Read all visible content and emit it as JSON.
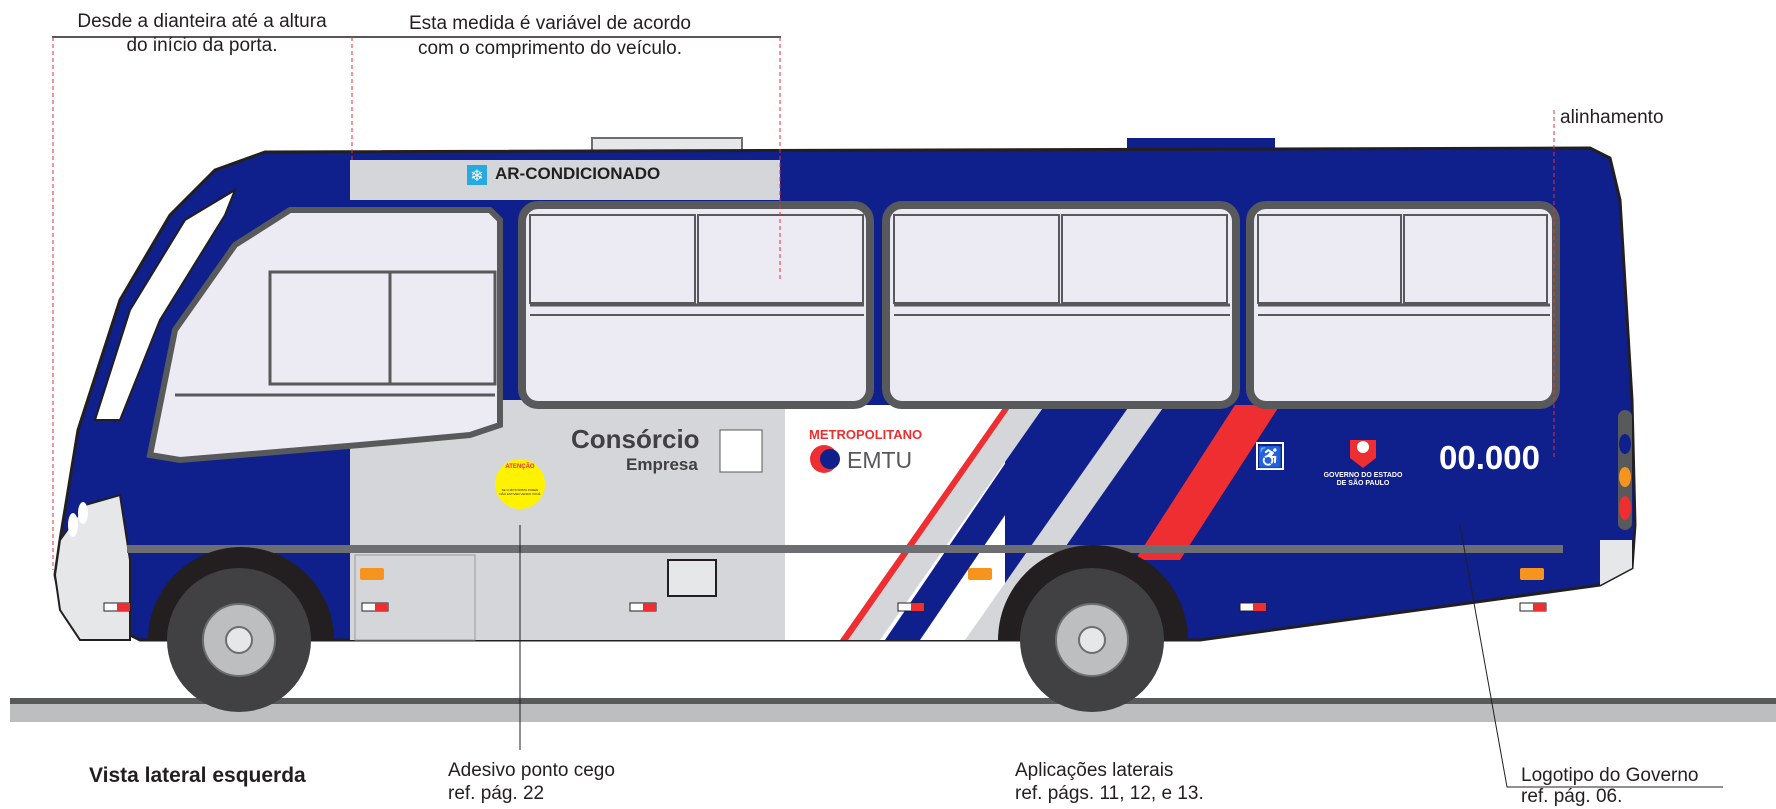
{
  "annotations": {
    "front_note_line1": "Desde a dianteira até a altura",
    "front_note_line2": "do início da porta.",
    "variable_note_line1": "Esta medida é variável de acordo",
    "variable_note_line2": "com o comprimento do veículo.",
    "alignment": "alinhamento",
    "view_title": "Vista lateral esquerda",
    "blind_spot_line1": "Adesivo ponto cego",
    "blind_spot_line2": "ref. pág. 22",
    "side_apps_line1": "Aplicações laterais",
    "side_apps_line2": "ref. págs. 11, 12, e 13.",
    "gov_logo_line1": "Logotipo do Governo",
    "gov_logo_line2": "ref. pág. 06."
  },
  "bus": {
    "roof_sign": "AR-CONDICIONADO",
    "snowflake_icon": "snowflake-icon",
    "consortium": "Consórcio",
    "company": "Empresa",
    "metro": "METROPOLITANO",
    "emtu": "EMTU",
    "fleet_number": "00.000",
    "gov_line1": "GOVERNO DO ESTADO",
    "gov_line2": "DE SÃO PAULO",
    "blind_spot_title": "ATENÇÃO",
    "blind_spot_text": "SE O MOTORISTA PUDER NÃO ESTIVER VENDO VOCÊ"
  },
  "colors": {
    "blue": "#0f1f8c",
    "red": "#ee2e31",
    "light_grey": "#d4d6d9",
    "yellow": "#fff200",
    "orange": "#f7941d"
  }
}
